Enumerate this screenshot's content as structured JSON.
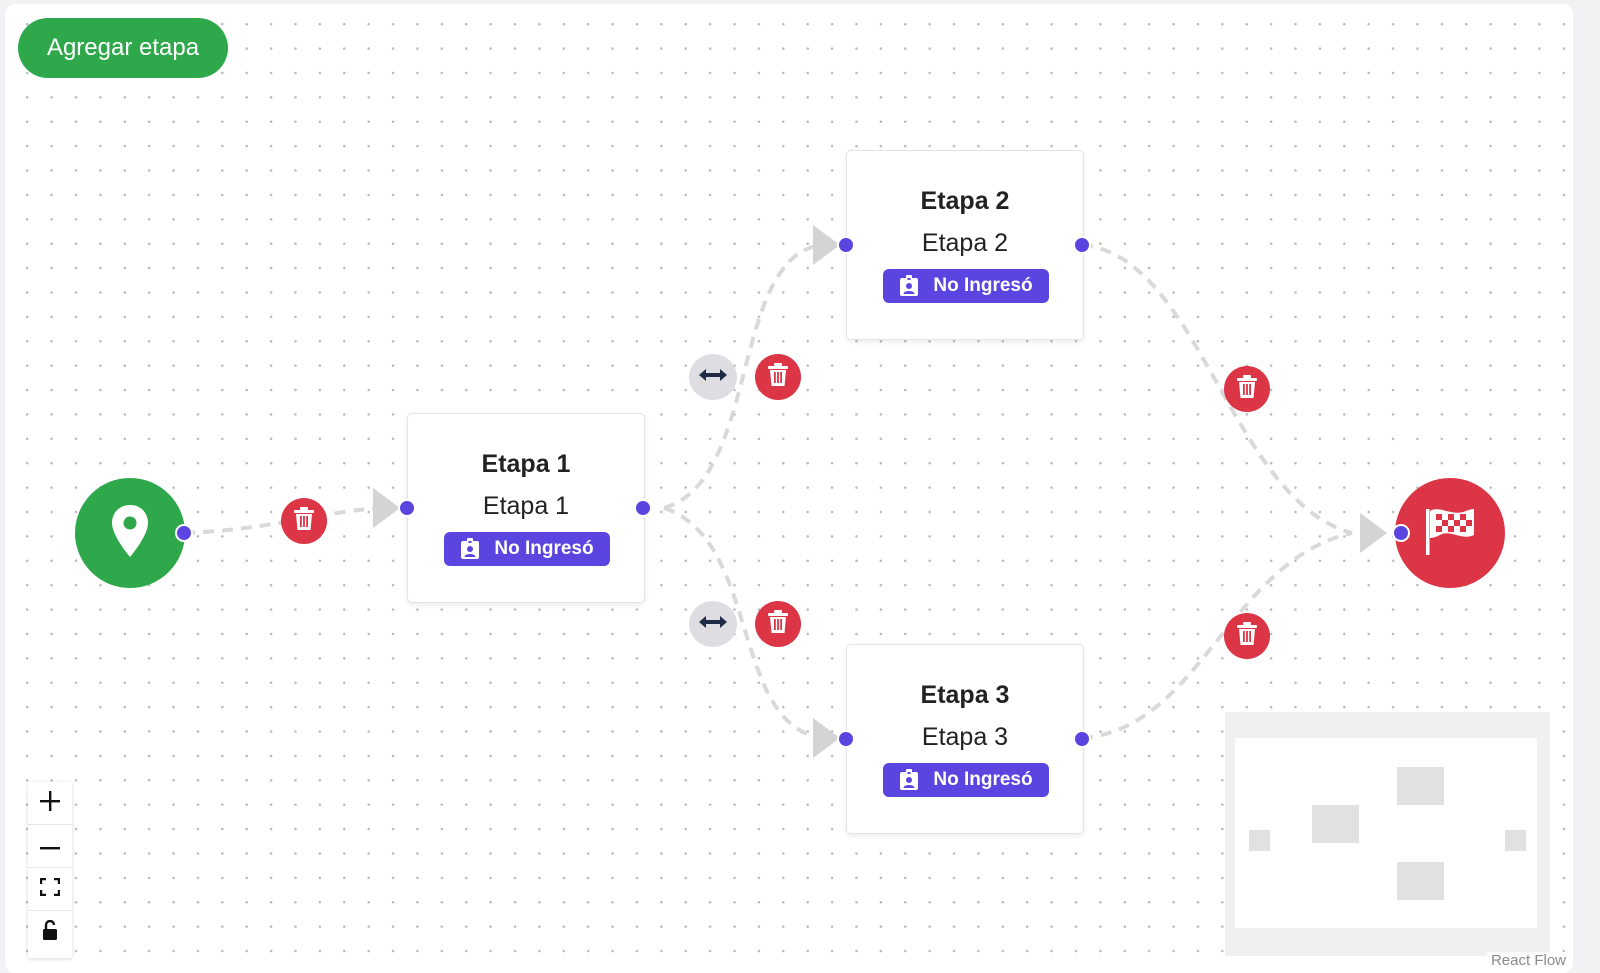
{
  "toolbar": {
    "add_stage_label": "Agregar etapa"
  },
  "nodes": [
    {
      "title": "Etapa 1",
      "subtitle": "Etapa 1",
      "badge": "No Ingresó"
    },
    {
      "title": "Etapa 2",
      "subtitle": "Etapa 2",
      "badge": "No Ingresó"
    },
    {
      "title": "Etapa 3",
      "subtitle": "Etapa 3",
      "badge": "No Ingresó"
    }
  ],
  "start_node": {
    "icon": "map-pin-icon",
    "color": "#2ea84a"
  },
  "end_node": {
    "icon": "checkered-flag-icon",
    "color": "#dc3545"
  },
  "colors": {
    "handle": "#5b45e0",
    "delete": "#dc3545",
    "badge": "#5b45e0",
    "edge": "#d9d9d9"
  },
  "edges": [
    {
      "from": "start",
      "to": "Etapa 1",
      "actions": [
        "delete"
      ]
    },
    {
      "from": "Etapa 1",
      "to": "Etapa 2",
      "actions": [
        "swap",
        "delete"
      ]
    },
    {
      "from": "Etapa 1",
      "to": "Etapa 3",
      "actions": [
        "swap",
        "delete"
      ]
    },
    {
      "from": "Etapa 2",
      "to": "end",
      "actions": [
        "delete"
      ]
    },
    {
      "from": "Etapa 3",
      "to": "end",
      "actions": [
        "delete"
      ]
    }
  ],
  "controls": [
    "zoom-in",
    "zoom-out",
    "fit-view",
    "lock"
  ],
  "attribution": "React Flow"
}
